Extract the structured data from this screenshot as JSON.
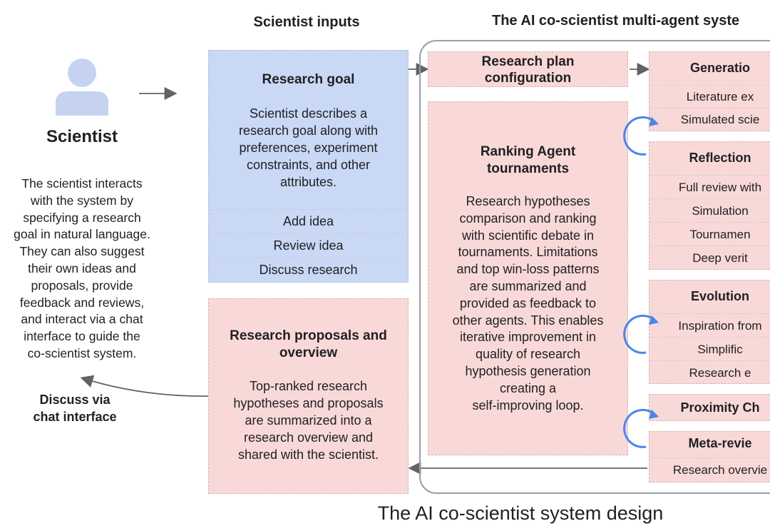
{
  "headers": {
    "inputs": "Scientist inputs",
    "system": "The AI co-scientist multi-agent syste"
  },
  "scientist": {
    "label": "Scientist",
    "description": "The scientist interacts\nwith the system by\nspecifying a research\ngoal in natural language.\nThey can also suggest\ntheir own ideas and\nproposals, provide\nfeedback and reviews,\nand interact via a chat\ninterface to guide the\nco-scientist system.",
    "chat_label": "Discuss via\nchat interface"
  },
  "research_goal": {
    "title": "Research goal",
    "description": "Scientist describes a\nresearch goal along with\npreferences, experiment\nconstraints, and other\nattributes.",
    "actions": [
      "Add idea",
      "Review idea",
      "Discuss research"
    ]
  },
  "proposals": {
    "title": "Research proposals and\noverview",
    "description": "Top-ranked research\nhypotheses and proposals\nare summarized into a\nresearch overview and\nshared with the scientist."
  },
  "plan_config": {
    "title": "Research plan\nconfiguration"
  },
  "ranking": {
    "title": "Ranking Agent\ntournaments",
    "description": "Research hypotheses\ncomparison and ranking\nwith scientific debate in\ntournaments. Limitations\nand top win-loss patterns\nare summarized and\nprovided as feedback to\nother agents. This enables\niterative improvement in\nquality of research\nhypothesis generation\ncreating a\nself-improving  loop."
  },
  "agents": {
    "generation": {
      "title": "Generatio",
      "items": [
        "Literature ex",
        "Simulated scie"
      ]
    },
    "reflection": {
      "title": "Reflection",
      "items": [
        "Full review with",
        "Simulation",
        "Tournamen",
        "Deep verit"
      ]
    },
    "evolution": {
      "title": "Evolution",
      "items": [
        "Inspiration from",
        "Simplific",
        "Research e"
      ]
    },
    "proximity": {
      "title": "Proximity Ch"
    },
    "meta_review": {
      "title": "Meta-revie",
      "items": [
        "Research overvie"
      ]
    }
  },
  "caption": "The AI co-scientist system design",
  "colors": {
    "blue_box": "#c9d8f5",
    "pink_box": "#f9d9d7",
    "loop_arrow": "#4a86e8",
    "person_icon": "#c5d3f0"
  }
}
